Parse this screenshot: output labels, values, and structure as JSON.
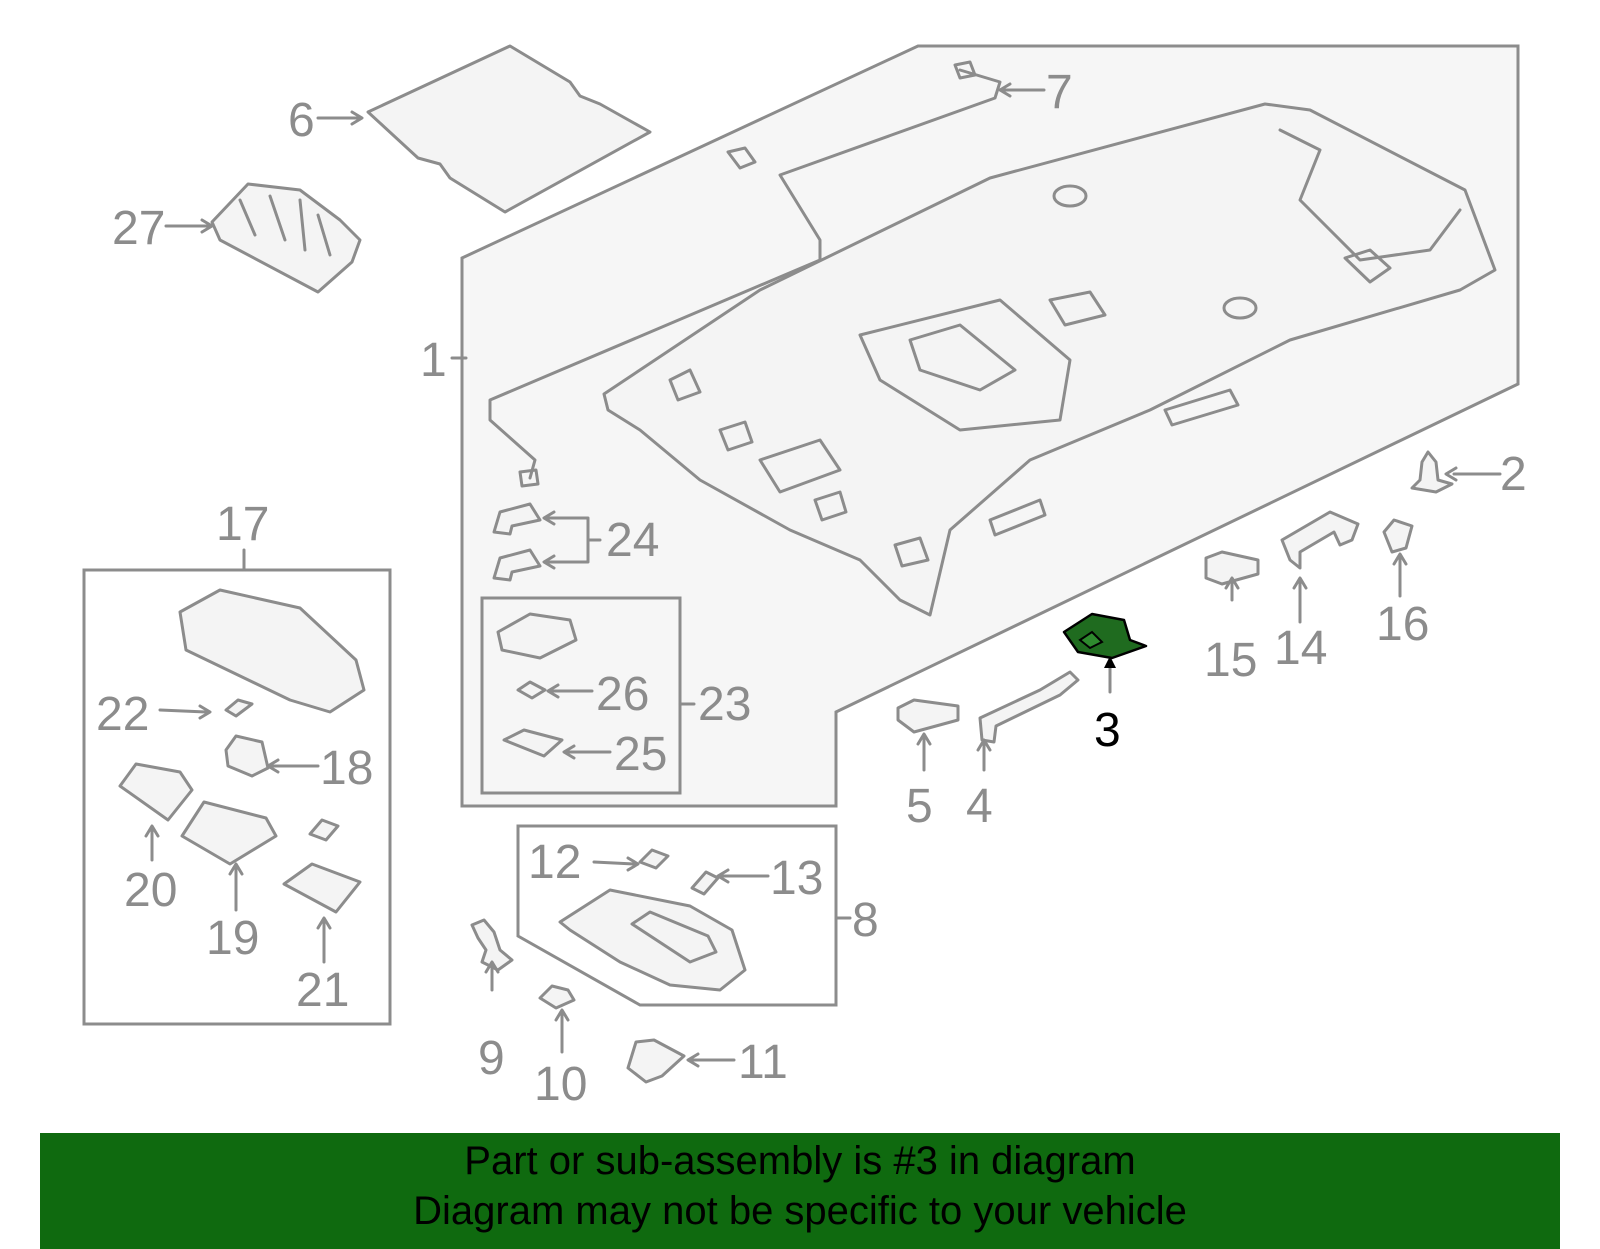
{
  "callouts": {
    "c1": "1",
    "c2": "2",
    "c3": "3",
    "c4": "4",
    "c5": "5",
    "c6": "6",
    "c7": "7",
    "c8": "8",
    "c9": "9",
    "c10": "10",
    "c11": "11",
    "c12": "12",
    "c13": "13",
    "c14": "14",
    "c15": "15",
    "c16": "16",
    "c17": "17",
    "c18": "18",
    "c19": "19",
    "c20": "20",
    "c21": "21",
    "c22": "22",
    "c23": "23",
    "c24": "24",
    "c25": "25",
    "c26": "26",
    "c27": "27"
  },
  "highlight": {
    "part": "3",
    "color": "#1f6b1f"
  },
  "banner": {
    "line1": "Part or sub-assembly is #3 in diagram",
    "line2": "Diagram may not be specific to your vehicle",
    "color": "#0f6a0f"
  }
}
